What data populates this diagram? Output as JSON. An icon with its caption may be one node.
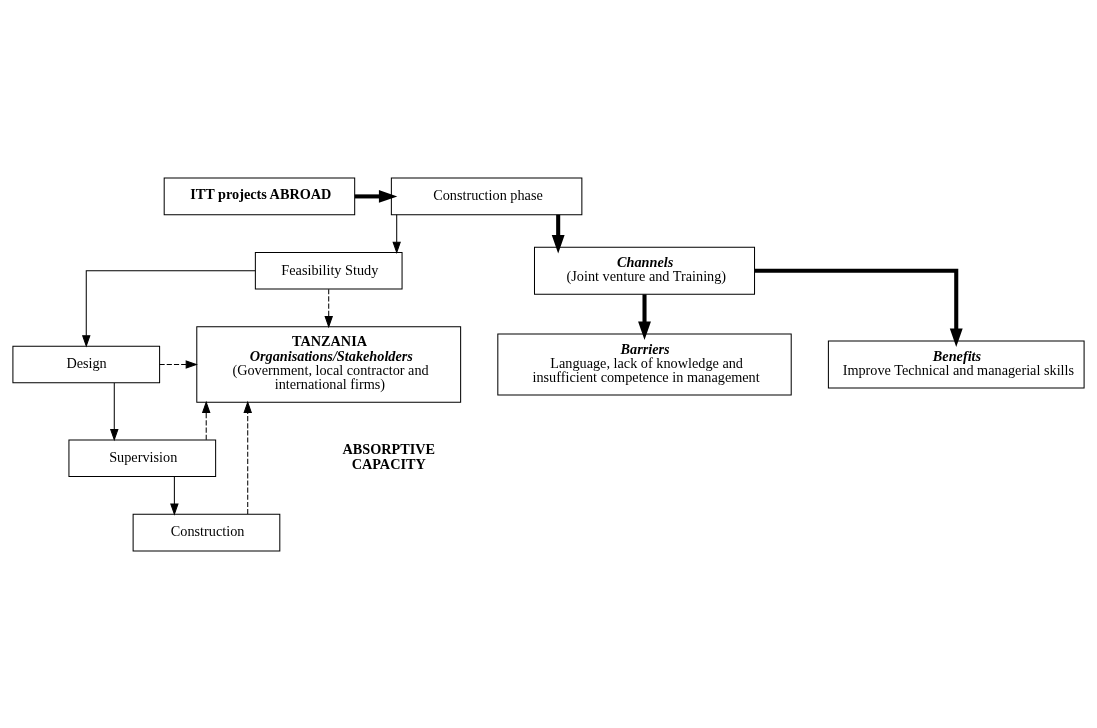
{
  "diagram": {
    "nodes": [
      {
        "text": [
          "ITT projects ABROAD"
        ]
      },
      {
        "text": [
          "Construction phase"
        ]
      },
      {
        "text": [
          "Feasibility Study"
        ]
      },
      {
        "text": [
          "Design"
        ]
      },
      {
        "text": [
          "Supervision"
        ]
      },
      {
        "text": [
          "Construction"
        ]
      },
      {
        "text": [
          "TANZANIA",
          "Organisations/Stakeholders",
          "(Government, local contractor and international firms)"
        ]
      },
      {
        "text": [
          "Channels",
          "(Joint venture and Training)"
        ]
      },
      {
        "text": [
          "Barriers",
          "Language, lack of knowledge and insufficient competence in management"
        ]
      },
      {
        "text": [
          "Benefits",
          "Improve Technical and managerial skills"
        ]
      }
    ],
    "edges": [
      {
        "from": 0,
        "to": 1,
        "arrow": "to",
        "style": "thick"
      },
      {
        "from": 1,
        "to": 2,
        "arrow": "to"
      },
      {
        "from": 2,
        "to": 3,
        "arrow": "to"
      },
      {
        "from": 3,
        "to": 4,
        "arrow": "to"
      },
      {
        "from": 4,
        "to": 5,
        "arrow": "to"
      },
      {
        "from": 2,
        "to": 6,
        "arrow": "to",
        "style": "dashed"
      },
      {
        "from": 3,
        "to": 6,
        "arrow": "to",
        "style": "dashed"
      },
      {
        "from": 4,
        "to": 6,
        "arrow": "to",
        "style": "dashed"
      },
      {
        "from": 5,
        "to": 6,
        "arrow": "to",
        "style": "dashed"
      },
      {
        "from": 1,
        "to": 7,
        "arrow": "to",
        "style": "thick"
      },
      {
        "from": 7,
        "to": 8,
        "arrow": "to",
        "style": "thick"
      },
      {
        "from": 7,
        "to": 9,
        "arrow": "to",
        "style": "thick"
      }
    ],
    "labels": [
      "ABSORPTIVE CAPACITY"
    ]
  }
}
